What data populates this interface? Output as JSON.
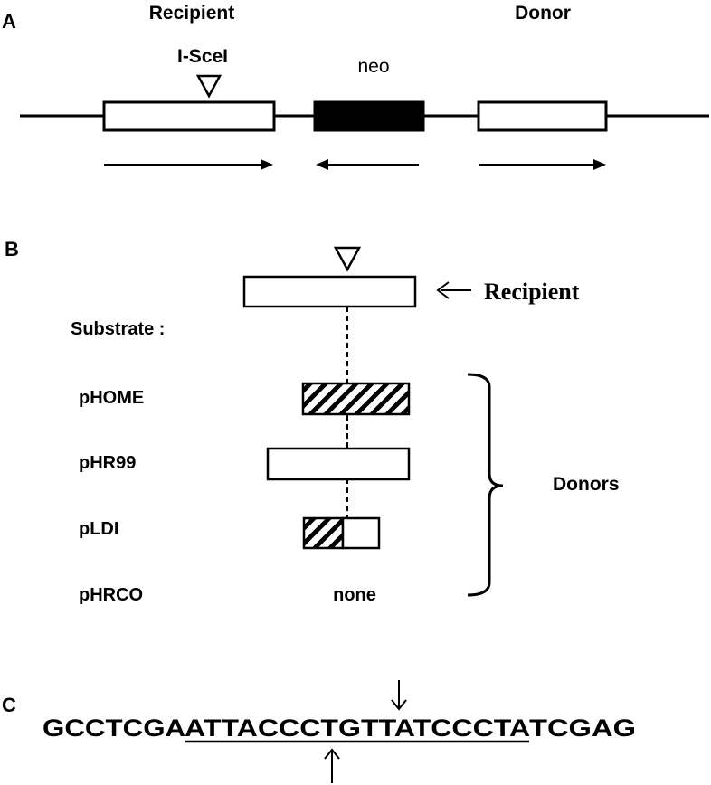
{
  "panel_a": {
    "letter": "A",
    "recipient_label": "Recipient",
    "donor_label": "Donor",
    "site_label": "I-SceI",
    "neo_label": "neo"
  },
  "panel_b": {
    "letter": "B",
    "recipient_label": "Recipient",
    "substrate_label": "Substrate :",
    "donors_label": "Donors",
    "substrates": [
      {
        "name": "pHOME",
        "pattern": "hatched"
      },
      {
        "name": "pHR99",
        "pattern": "open"
      },
      {
        "name": "pLDI",
        "pattern": "half-hatched"
      },
      {
        "name": "pHRCO",
        "pattern": "none",
        "note": "none"
      }
    ]
  },
  "panel_c": {
    "letter": "C",
    "seq_prefix": "GCCTCGA",
    "seq_site": "ATTACCCTGTTATCCCTA",
    "seq_suffix": "TCGAG"
  },
  "colors": {
    "line": "#000000",
    "background": "#ffffff"
  }
}
